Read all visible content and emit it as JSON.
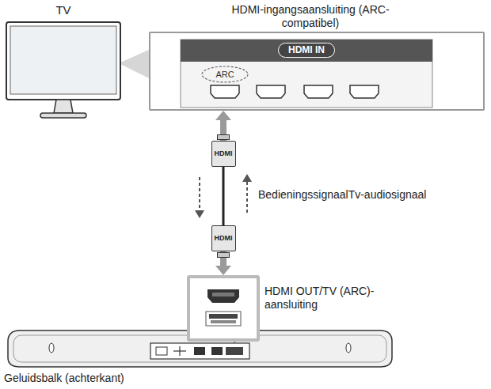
{
  "diagram": {
    "nodes": [
      {
        "text": [
          "TV"
        ]
      },
      {
        "text": [
          "HDMI-ingangsaansluiting (ARC-compatibel)"
        ]
      },
      {
        "text": [
          "HDMI IN"
        ],
        "in": 1
      },
      {
        "text": [
          "ARC"
        ],
        "in": 1
      },
      {
        "text": [
          "HDMI"
        ]
      },
      {
        "text": [
          "HDMI"
        ]
      },
      {
        "text": [
          "Geluidsbalk (achterkant)"
        ]
      },
      {
        "text": [
          "HDMI OUT/TV (ARC)-aansluiting"
        ]
      }
    ],
    "edges": [
      {
        "from": 4,
        "to": 1,
        "arrow": "to"
      },
      {
        "from": 4,
        "to": 5,
        "arrow": "none"
      },
      {
        "from": 5,
        "to": 7,
        "arrow": "to"
      }
    ],
    "labels": [
      "BedieningssignaalTv-audiosignaal"
    ]
  }
}
